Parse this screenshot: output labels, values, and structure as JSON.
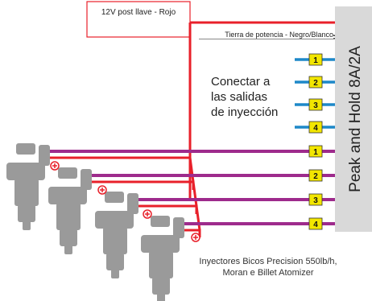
{
  "labels": {
    "power": "12V post llave - Rojo",
    "ground": "Tierra de potencia - Negro/Blanco",
    "connect_note_lines": [
      "Conectar a",
      "las salidas",
      "de inyección"
    ],
    "module": "Peak and Hold 8A/2A",
    "injector_note_lines": [
      "Inyectores Bicos Precision 550lb/h,",
      "Moran e Billet Atomizer"
    ]
  },
  "outputs": [
    "1",
    "2",
    "3",
    "4"
  ],
  "inputs": [
    "1",
    "2",
    "3",
    "4"
  ],
  "injector_count": 4,
  "colors": {
    "power_wire": "#e8202a",
    "ground_wire": "#111111",
    "signal_wire": "#1e88c8",
    "injector_wire": "#9e2b8c",
    "pin_fill": "#f2e600",
    "module_fill": "#d9d9d9",
    "injector_body": "#9a9a9a",
    "polarity_mark": "#e8202a"
  }
}
